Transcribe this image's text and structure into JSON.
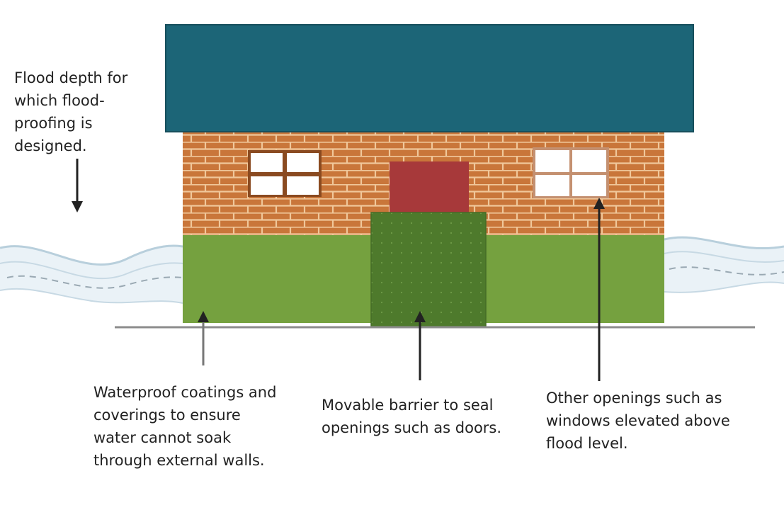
{
  "annotations": {
    "flood_depth": {
      "lines": [
        "Flood depth for",
        "which flood-",
        "proofing is",
        "designed."
      ]
    },
    "waterproof": {
      "lines": [
        "Waterproof coatings and",
        "coverings to ensure",
        "water cannot soak",
        "through external walls."
      ]
    },
    "barrier": {
      "lines": [
        "Movable barrier to seal",
        "openings such as doors."
      ]
    },
    "openings": {
      "lines": [
        "Other openings such as",
        "windows elevated above",
        "flood level."
      ]
    }
  },
  "colors": {
    "roof": "#1c6577",
    "brick_wall": "#c9763a",
    "mortar": "#f0c79a",
    "waterproof_coating": "#75a13f",
    "barrier": "#4e7a2c",
    "door": "#a7393a",
    "window_frame": "#8a4a20",
    "water": "#c9dbe6",
    "arrow": "#222222",
    "ground": "#8c8c8c"
  }
}
